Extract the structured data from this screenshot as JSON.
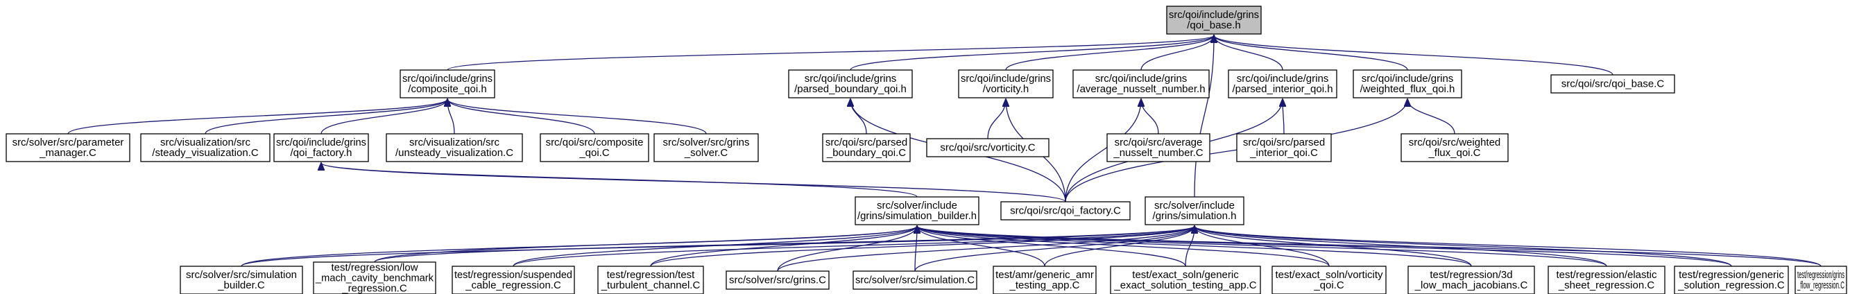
{
  "diagram": {
    "title": "",
    "edge_color": "#191970",
    "root_fill": "#bfbfbf",
    "node_fill": "#ffffff",
    "nodes": [
      {
        "id": "qoi_base_h",
        "lines": [
          "src/qoi/include/grins",
          "/qoi_base.h"
        ],
        "root": true
      },
      {
        "id": "composite_qoi_h",
        "lines": [
          "src/qoi/include/grins",
          "/composite_qoi.h"
        ]
      },
      {
        "id": "parsed_boundary_qoi_h",
        "lines": [
          "src/qoi/include/grins",
          "/parsed_boundary_qoi.h"
        ]
      },
      {
        "id": "vorticity_h",
        "lines": [
          "src/qoi/include/grins",
          "/vorticity.h"
        ]
      },
      {
        "id": "average_nusselt_number_h",
        "lines": [
          "src/qoi/include/grins",
          "/average_nusselt_number.h"
        ]
      },
      {
        "id": "parsed_interior_qoi_h",
        "lines": [
          "src/qoi/include/grins",
          "/parsed_interior_qoi.h"
        ]
      },
      {
        "id": "weighted_flux_qoi_h",
        "lines": [
          "src/qoi/include/grins",
          "/weighted_flux_qoi.h"
        ]
      },
      {
        "id": "qoi_base_C",
        "lines": [
          "src/qoi/src/qoi_base.C"
        ]
      },
      {
        "id": "parameter_manager_C",
        "lines": [
          "src/solver/src/parameter",
          "_manager.C"
        ]
      },
      {
        "id": "steady_visualization_C",
        "lines": [
          "src/visualization/src",
          "/steady_visualization.C"
        ]
      },
      {
        "id": "qoi_factory_h",
        "lines": [
          "src/qoi/include/grins",
          "/qoi_factory.h"
        ]
      },
      {
        "id": "unsteady_visualization_C",
        "lines": [
          "src/visualization/src",
          "/unsteady_visualization.C"
        ]
      },
      {
        "id": "composite_qoi_C",
        "lines": [
          "src/qoi/src/composite",
          "_qoi.C"
        ]
      },
      {
        "id": "grins_solver_C",
        "lines": [
          "src/solver/src/grins",
          "_solver.C"
        ]
      },
      {
        "id": "parsed_boundary_qoi_C",
        "lines": [
          "src/qoi/src/parsed",
          "_boundary_qoi.C"
        ]
      },
      {
        "id": "vorticity_C",
        "lines": [
          "src/qoi/src/vorticity.C"
        ]
      },
      {
        "id": "average_nusselt_number_C",
        "lines": [
          "src/qoi/src/average",
          "_nusselt_number.C"
        ]
      },
      {
        "id": "parsed_interior_qoi_C",
        "lines": [
          "src/qoi/src/parsed",
          "_interior_qoi.C"
        ]
      },
      {
        "id": "weighted_flux_qoi_C",
        "lines": [
          "src/qoi/src/weighted",
          "_flux_qoi.C"
        ]
      },
      {
        "id": "simulation_builder_h",
        "lines": [
          "src/solver/include",
          "/grins/simulation_builder.h"
        ]
      },
      {
        "id": "qoi_factory_C",
        "lines": [
          "src/qoi/src/qoi_factory.C"
        ]
      },
      {
        "id": "simulation_h",
        "lines": [
          "src/solver/include",
          "/grins/simulation.h"
        ]
      },
      {
        "id": "simulation_builder_C",
        "lines": [
          "src/solver/src/simulation",
          "_builder.C"
        ]
      },
      {
        "id": "low_mach_cavity_C",
        "lines": [
          "test/regression/low",
          "_mach_cavity_benchmark",
          "_regression.C"
        ]
      },
      {
        "id": "suspended_cable_C",
        "lines": [
          "test/regression/suspended",
          "_cable_regression.C"
        ]
      },
      {
        "id": "test_turbulent_channel_C",
        "lines": [
          "test/regression/test",
          "_turbulent_channel.C"
        ]
      },
      {
        "id": "grins_C",
        "lines": [
          "src/solver/src/grins.C"
        ]
      },
      {
        "id": "simulation_C",
        "lines": [
          "src/solver/src/simulation.C"
        ]
      },
      {
        "id": "generic_amr_C",
        "lines": [
          "test/amr/generic_amr",
          "_testing_app.C"
        ]
      },
      {
        "id": "generic_exact_solution_C",
        "lines": [
          "test/exact_soln/generic",
          "_exact_solution_testing_app.C"
        ]
      },
      {
        "id": "vorticity_qoi_C",
        "lines": [
          "test/exact_soln/vorticity",
          "_qoi.C"
        ]
      },
      {
        "id": "low_mach_jacobians_C",
        "lines": [
          "test/regression/3d",
          "_low_mach_jacobians.C"
        ]
      },
      {
        "id": "elastic_sheet_C",
        "lines": [
          "test/regression/elastic",
          "_sheet_regression.C"
        ]
      },
      {
        "id": "generic_solution_C",
        "lines": [
          "test/regression/generic",
          "_solution_regression.C"
        ]
      },
      {
        "id": "grins_flow_C",
        "lines": [
          "test/regression/grins",
          "_flow_regression.C"
        ]
      }
    ],
    "edges": [
      [
        "composite_qoi_h",
        "qoi_base_h"
      ],
      [
        "parsed_boundary_qoi_h",
        "qoi_base_h"
      ],
      [
        "vorticity_h",
        "qoi_base_h"
      ],
      [
        "average_nusselt_number_h",
        "qoi_base_h"
      ],
      [
        "parsed_interior_qoi_h",
        "qoi_base_h"
      ],
      [
        "weighted_flux_qoi_h",
        "qoi_base_h"
      ],
      [
        "qoi_base_C",
        "qoi_base_h"
      ],
      [
        "simulation_h",
        "qoi_base_h"
      ],
      [
        "parameter_manager_C",
        "composite_qoi_h"
      ],
      [
        "steady_visualization_C",
        "composite_qoi_h"
      ],
      [
        "qoi_factory_h",
        "composite_qoi_h"
      ],
      [
        "unsteady_visualization_C",
        "composite_qoi_h"
      ],
      [
        "composite_qoi_C",
        "composite_qoi_h"
      ],
      [
        "grins_solver_C",
        "composite_qoi_h"
      ],
      [
        "qoi_factory_C",
        "qoi_factory_h"
      ],
      [
        "simulation_builder_h",
        "qoi_factory_h"
      ],
      [
        "parsed_boundary_qoi_C",
        "parsed_boundary_qoi_h"
      ],
      [
        "qoi_factory_C",
        "parsed_boundary_qoi_h"
      ],
      [
        "vorticity_C",
        "vorticity_h"
      ],
      [
        "qoi_factory_C",
        "vorticity_h"
      ],
      [
        "qoi_factory_C",
        "average_nusselt_number_h"
      ],
      [
        "average_nusselt_number_C",
        "average_nusselt_number_h"
      ],
      [
        "parsed_interior_qoi_C",
        "parsed_interior_qoi_h"
      ],
      [
        "qoi_factory_C",
        "parsed_interior_qoi_h"
      ],
      [
        "qoi_factory_C",
        "weighted_flux_qoi_h"
      ],
      [
        "weighted_flux_qoi_C",
        "weighted_flux_qoi_h"
      ],
      [
        "simulation_builder_C",
        "simulation_builder_h"
      ],
      [
        "low_mach_cavity_C",
        "simulation_builder_h"
      ],
      [
        "suspended_cable_C",
        "simulation_builder_h"
      ],
      [
        "test_turbulent_channel_C",
        "simulation_builder_h"
      ],
      [
        "grins_C",
        "simulation_builder_h"
      ],
      [
        "simulation_C",
        "simulation_builder_h"
      ],
      [
        "generic_amr_C",
        "simulation_builder_h"
      ],
      [
        "generic_exact_solution_C",
        "simulation_builder_h"
      ],
      [
        "vorticity_qoi_C",
        "simulation_builder_h"
      ],
      [
        "low_mach_jacobians_C",
        "simulation_builder_h"
      ],
      [
        "elastic_sheet_C",
        "simulation_builder_h"
      ],
      [
        "generic_solution_C",
        "simulation_builder_h"
      ],
      [
        "grins_flow_C",
        "simulation_builder_h"
      ],
      [
        "low_mach_cavity_C",
        "simulation_h"
      ],
      [
        "suspended_cable_C",
        "simulation_h"
      ],
      [
        "test_turbulent_channel_C",
        "simulation_h"
      ],
      [
        "grins_C",
        "simulation_h"
      ],
      [
        "simulation_C",
        "simulation_h"
      ],
      [
        "generic_amr_C",
        "simulation_h"
      ],
      [
        "generic_exact_solution_C",
        "simulation_h"
      ],
      [
        "vorticity_qoi_C",
        "simulation_h"
      ],
      [
        "low_mach_jacobians_C",
        "simulation_h"
      ],
      [
        "elastic_sheet_C",
        "simulation_h"
      ],
      [
        "generic_solution_C",
        "simulation_h"
      ],
      [
        "grins_flow_C",
        "simulation_h"
      ],
      [
        "simulation_builder_C",
        "simulation_h"
      ]
    ]
  }
}
